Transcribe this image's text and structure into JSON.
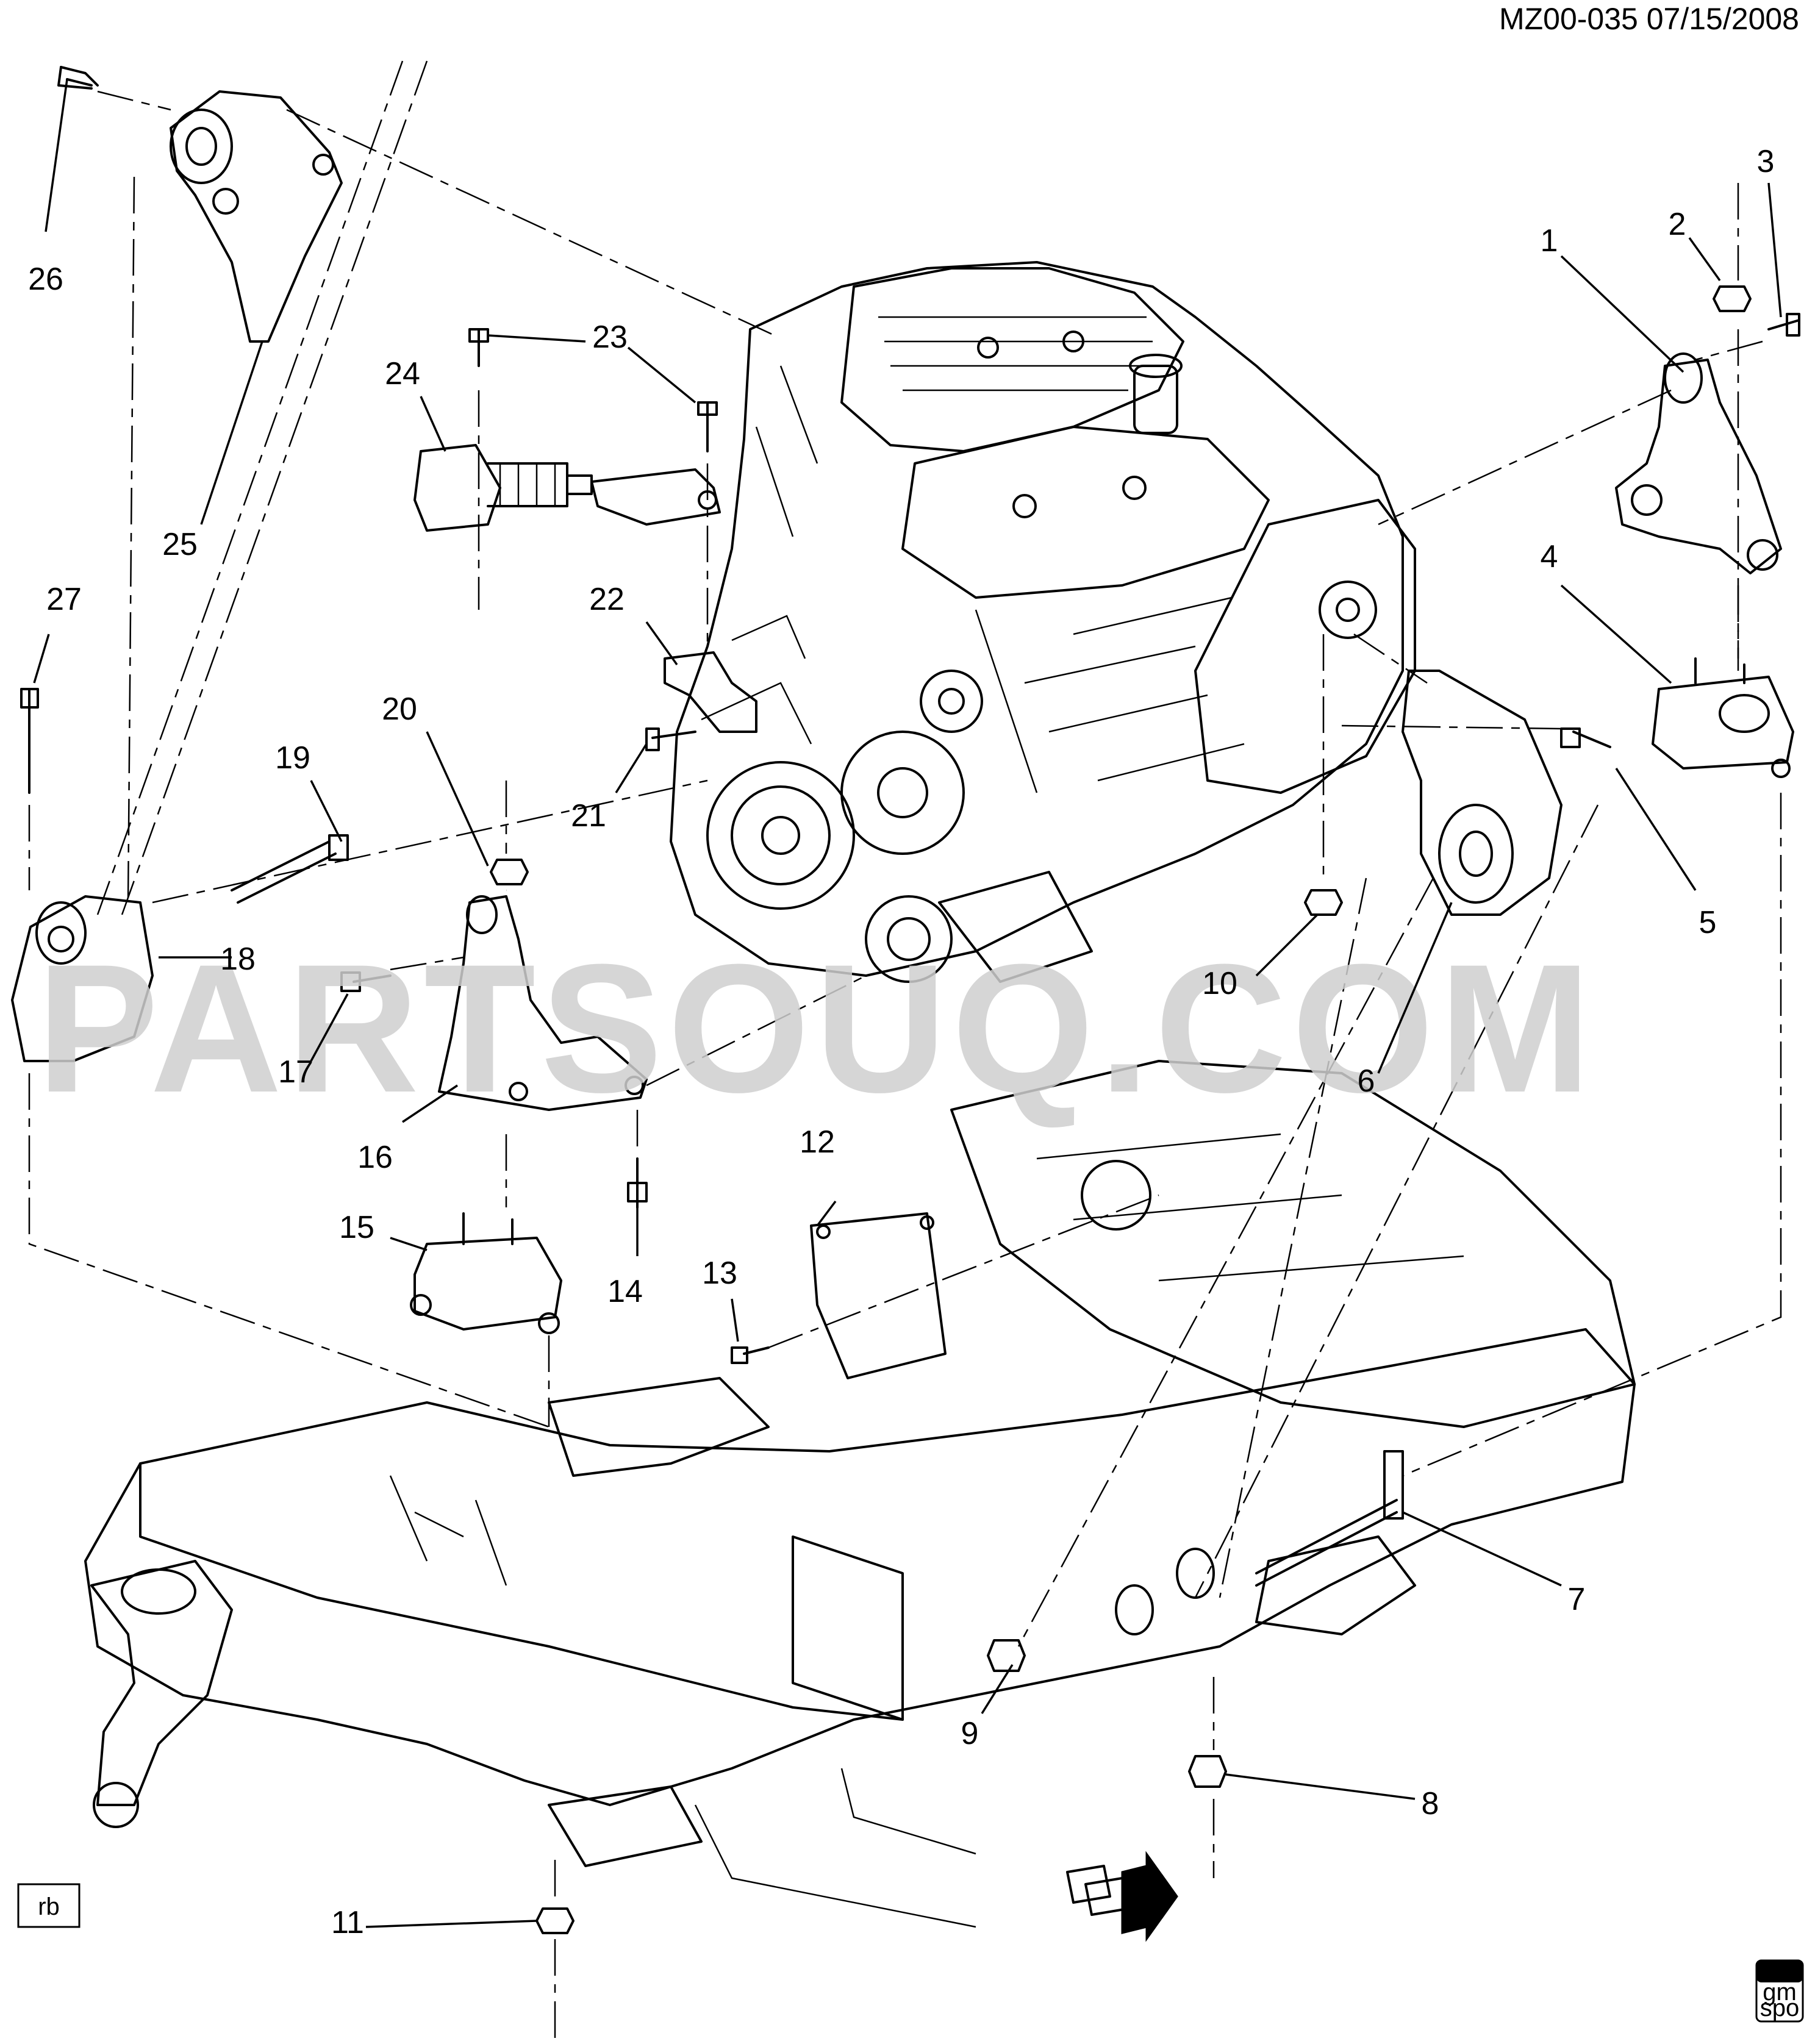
{
  "header": {
    "drawing_code": "MZ00-035  07/15/2008"
  },
  "watermark": {
    "text": "PARTSOUQ.COM"
  },
  "callouts": [
    {
      "key": "1",
      "label": "1"
    },
    {
      "key": "2",
      "label": "2"
    },
    {
      "key": "3",
      "label": "3"
    },
    {
      "key": "4",
      "label": "4"
    },
    {
      "key": "5",
      "label": "5"
    },
    {
      "key": "6",
      "label": "6"
    },
    {
      "key": "7",
      "label": "7"
    },
    {
      "key": "8",
      "label": "8"
    },
    {
      "key": "9",
      "label": "9"
    },
    {
      "key": "10",
      "label": "10"
    },
    {
      "key": "11",
      "label": "11"
    },
    {
      "key": "12",
      "label": "12"
    },
    {
      "key": "13",
      "label": "13"
    },
    {
      "key": "14",
      "label": "14"
    },
    {
      "key": "15",
      "label": "15"
    },
    {
      "key": "16",
      "label": "16"
    },
    {
      "key": "17",
      "label": "17"
    },
    {
      "key": "18",
      "label": "18"
    },
    {
      "key": "19",
      "label": "19"
    },
    {
      "key": "20",
      "label": "20"
    },
    {
      "key": "21",
      "label": "21"
    },
    {
      "key": "22",
      "label": "22"
    },
    {
      "key": "23",
      "label": "23"
    },
    {
      "key": "24",
      "label": "24"
    },
    {
      "key": "25",
      "label": "25"
    },
    {
      "key": "26",
      "label": "26"
    },
    {
      "key": "27",
      "label": "27"
    }
  ],
  "footer": {
    "corner_tag": "rb",
    "logo_text_top": "gm",
    "logo_text_bottom": "spo"
  }
}
